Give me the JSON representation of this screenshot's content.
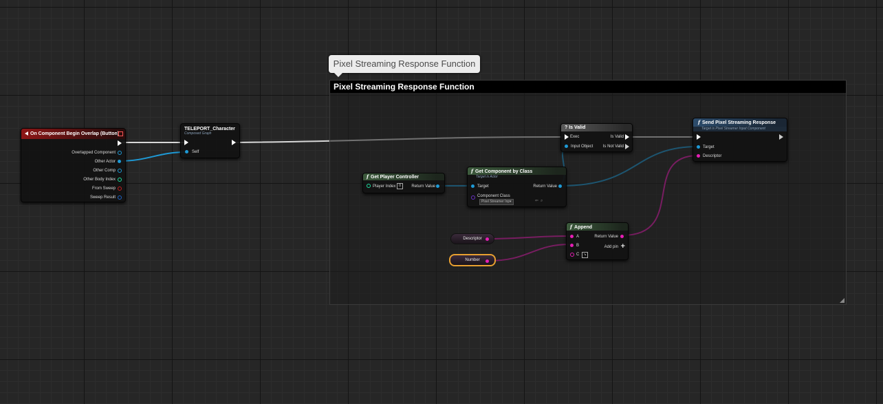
{
  "comment": {
    "bubble": "Pixel Streaming Response Function",
    "title": "Pixel Streaming Response Function"
  },
  "nodes": {
    "event": {
      "title": "On Component Begin Overlap (Button)",
      "pins": [
        "Overlapped Component",
        "Other Actor",
        "Other Comp",
        "Other Body Index",
        "From Sweep",
        "Sweep Result"
      ]
    },
    "teleport": {
      "title": "TELEPORT_Character",
      "subtitle": "Composed Graph",
      "self": "Self"
    },
    "is_valid": {
      "title": "? Is Valid",
      "exec": "Exec",
      "input": "Input Object",
      "valid": "Is Valid",
      "not_valid": "Is Not Valid"
    },
    "send": {
      "title": "Send Pixel Streaming Response",
      "subtitle": "Target is Pixel Streamer Input Component",
      "target": "Target",
      "descriptor": "Descriptor"
    },
    "get_pc": {
      "title": "Get Player Controller",
      "player_index": "Player Index",
      "player_index_value": "0",
      "return": "Return Value"
    },
    "get_comp": {
      "title": "Get Component by Class",
      "subtitle": "Target is Actor",
      "target": "Target",
      "return": "Return Value",
      "class_label": "Component Class",
      "class_value": "Pixel Streamer Inp▾"
    },
    "append": {
      "title": "Append",
      "a": "A",
      "b": "B",
      "c": "C",
      "return": "Return Value",
      "add_pin": "Add pin"
    },
    "descriptor_var": {
      "label": "Descriptor"
    },
    "number_var": {
      "label": "Number"
    }
  },
  "colors": {
    "object": "#1e9ad6",
    "string": "#e61eb4",
    "exec": "#ffffff",
    "int": "#1ee0a0",
    "bool": "#c81e1e",
    "struct": "#1e64c8"
  }
}
